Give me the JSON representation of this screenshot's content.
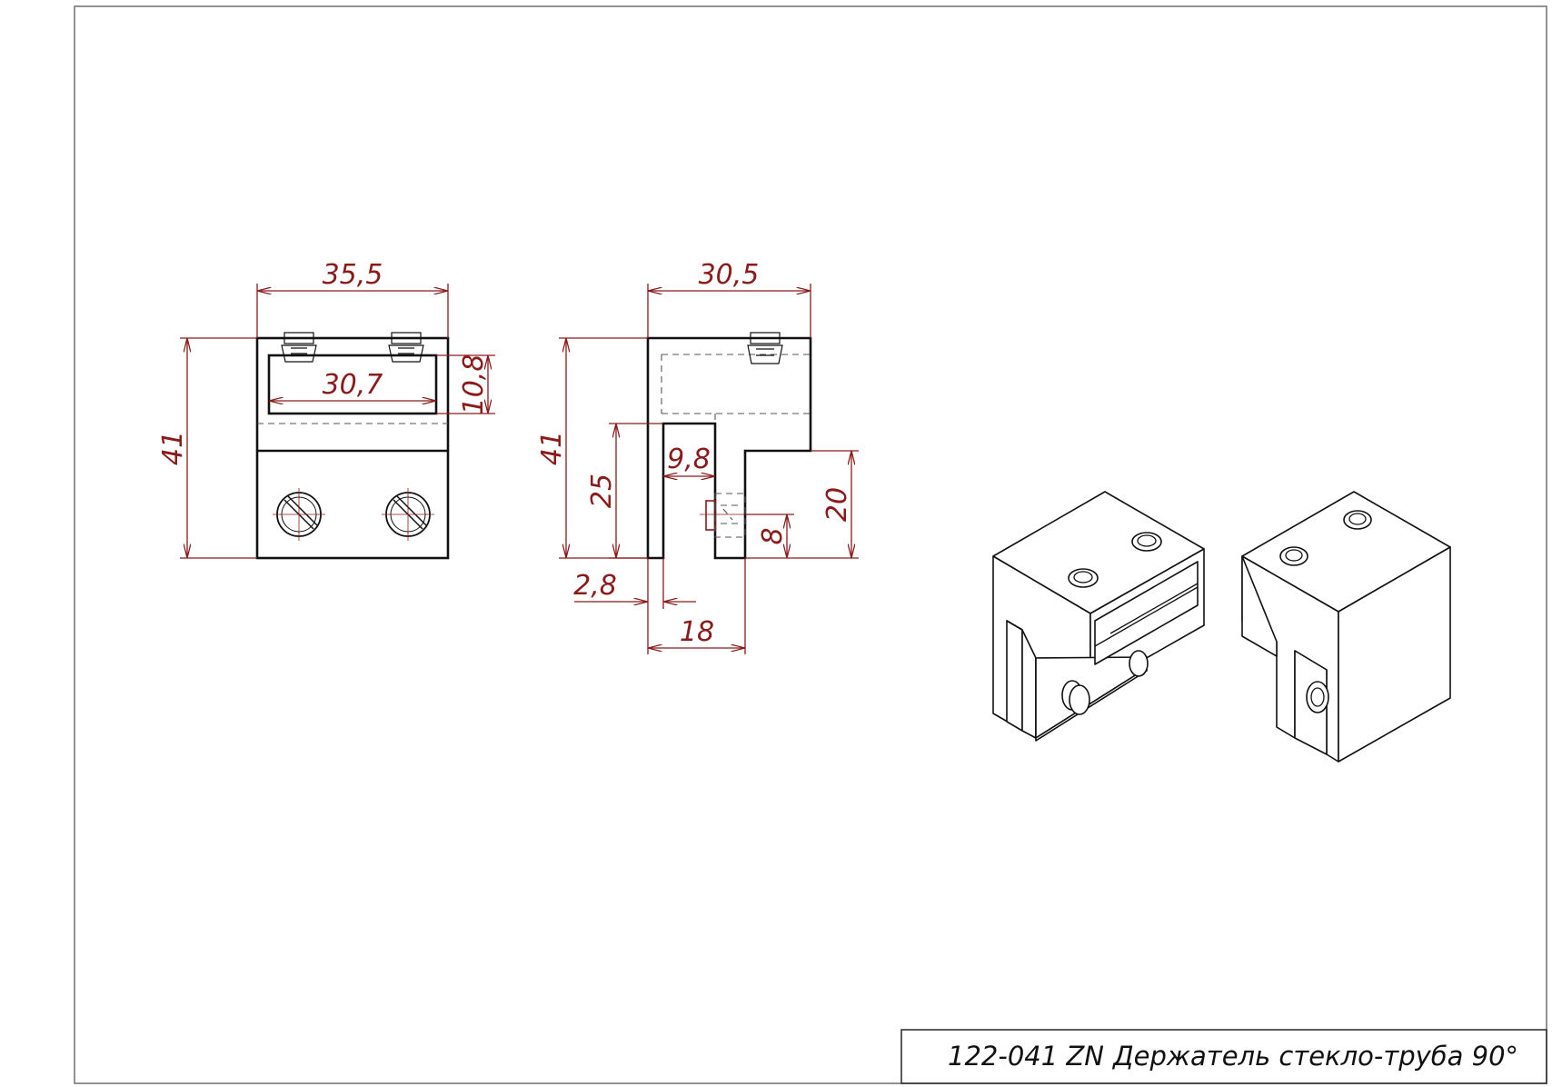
{
  "drawing": {
    "part_number": "122-041 ZN",
    "title": "Держатель стекло-труба 90°"
  },
  "front_view": {
    "dimensions": [
      "35,5",
      "41",
      "30,7",
      "10,8"
    ]
  },
  "side_view": {
    "dimensions": [
      "30,5",
      "41",
      "25",
      "9,8",
      "20",
      "8",
      "2,8",
      "18"
    ]
  },
  "colors": {
    "dimension": "#8b1a1a",
    "outline": "#111111",
    "frame": "#777777"
  }
}
